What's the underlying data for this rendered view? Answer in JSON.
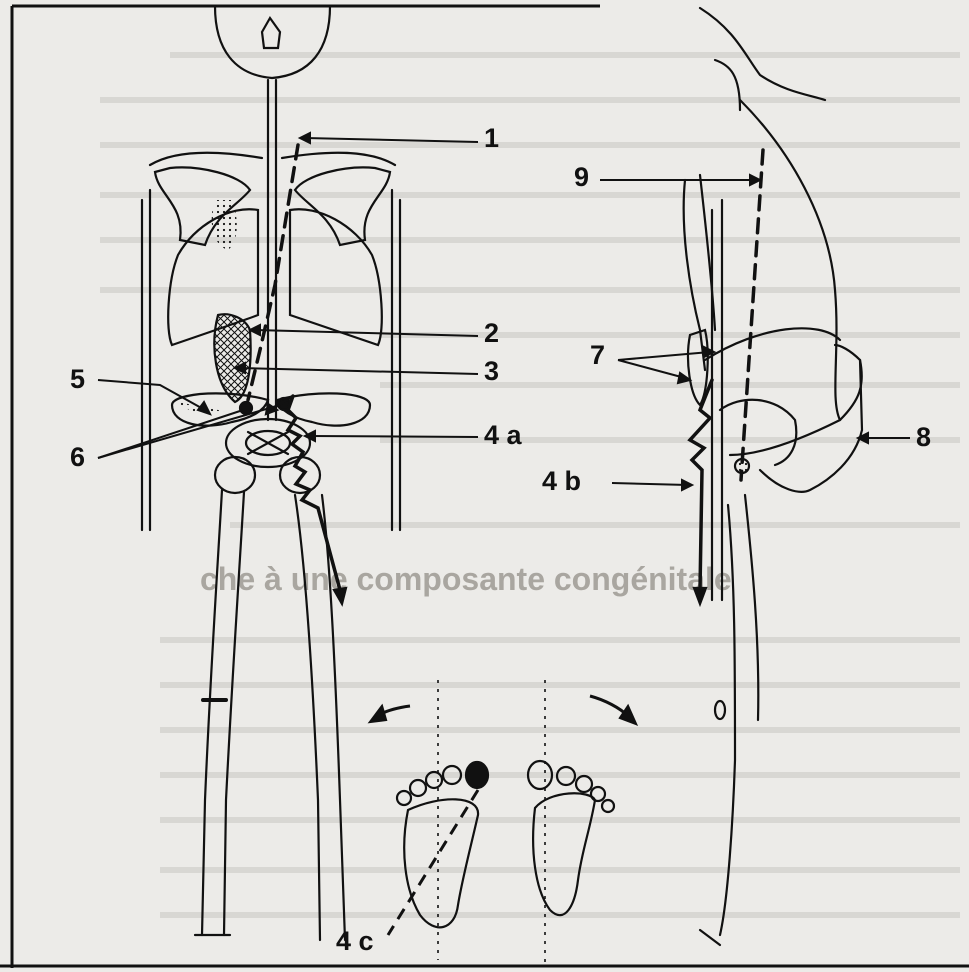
{
  "labels": {
    "l1": "1",
    "l2": "2",
    "l3": "3",
    "l4a": "4 a",
    "l4b": "4 b",
    "l4c": "4 c",
    "l5": "5",
    "l6": "6",
    "l7": "7",
    "l8": "8",
    "l9": "9"
  },
  "background_text": {
    "heading": "che à une composante congénitale"
  },
  "colors": {
    "paper": "#ecebe8",
    "ink": "#111111",
    "faded_text": "#b9b7b2"
  }
}
